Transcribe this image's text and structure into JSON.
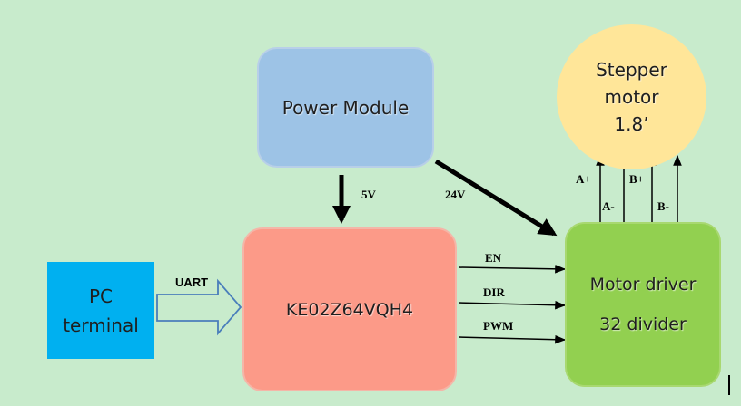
{
  "blocks": {
    "power": "Power Module",
    "stepper_lines": [
      "Stepper",
      "motor",
      "1.8’"
    ],
    "mcu": "KE02Z64VQH4",
    "driver_lines": [
      "Motor driver",
      "32 divider"
    ],
    "pc_lines": [
      "PC",
      "terminal"
    ]
  },
  "edges": {
    "v5": "5V",
    "v24": "24V",
    "uart": "UART",
    "en": "EN",
    "dir": "DIR",
    "pwm": "PWM",
    "a_plus": "A+",
    "a_minus": "A-",
    "b_plus": "B+",
    "b_minus": "B-"
  },
  "colors": {
    "background": "#c8ebcc",
    "power": "#9dc3e6",
    "stepper": "#ffe699",
    "mcu": "#fc9a88",
    "driver": "#92d050",
    "pc": "#00b0f0"
  }
}
